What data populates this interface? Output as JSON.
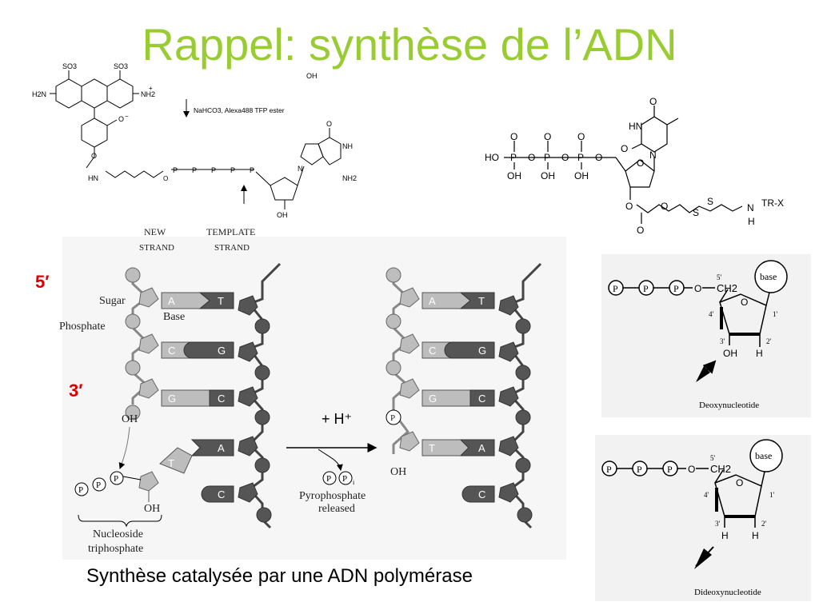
{
  "slide": {
    "title": "Rappel: synthèse de l’ADN",
    "caption": "Synthèse catalysée par une ADN polymérase"
  },
  "colors": {
    "title": "#99cc33",
    "red_labels": "#dd0000",
    "panel_bg": "#f2f2f2",
    "dark_fill": "#555555",
    "light_fill": "#bfbfbf"
  },
  "labels": {
    "five_prime": "5′",
    "three_prime": "3′",
    "h_plus": "+ H⁺"
  },
  "alexa": {
    "cut_text": "OH",
    "so3_left": "SO3",
    "so3_right": "SO3",
    "h2n": "H2N",
    "nh2_plus": "NH2",
    "plus": "+",
    "carboxylate": "O",
    "minus": "−",
    "carbonyl_o": "O",
    "hn": "HN",
    "reaction": "NaHCO3, Alexa488 TFP ester",
    "p": "P",
    "o": "O",
    "oh": "OH",
    "n": "N",
    "nh": "NH",
    "nh2": "NH2"
  },
  "thymidine": {
    "ho": "HO",
    "p": "P",
    "o": "O",
    "oh": "OH",
    "n": "N",
    "hn": "HN",
    "s": "S",
    "h": "H",
    "n_linker": "N",
    "tr_x": "TR-X"
  },
  "strands": {
    "new_strand": "New\nstrand",
    "new_line1": "NEW",
    "new_line2": "STRAND",
    "template_line1": "TEMPLATE",
    "template_line2": "STRAND",
    "sugar": "Sugar",
    "phosphate": "Phosphate",
    "base": "Base",
    "oh_left": "OH",
    "oh_bottom": "OH",
    "oh_right": "OH",
    "nucleoside_line1": "Nucleoside",
    "nucleoside_line2": "triphosphate",
    "pyro_line1": "Pyrophosphate",
    "pyro_line2": "released",
    "p": "P",
    "pi_sub": "i",
    "pairs_left": [
      {
        "new": "A",
        "template": "T"
      },
      {
        "new": "C",
        "template": "G"
      },
      {
        "new": "G",
        "template": "C"
      },
      {
        "new": "",
        "template": "A"
      },
      {
        "new": "",
        "template": "C"
      }
    ],
    "incoming": "T",
    "pairs_right": [
      {
        "new": "A",
        "template": "T"
      },
      {
        "new": "C",
        "template": "G"
      },
      {
        "new": "G",
        "template": "C"
      },
      {
        "new": "T",
        "template": "A"
      },
      {
        "new": "",
        "template": "C"
      }
    ]
  },
  "deoxy": {
    "p": "P",
    "o": "O",
    "ch2": "CH2",
    "five_prime": "5'",
    "four_prime": "4'",
    "three_prime": "3'",
    "two_prime": "2'",
    "one_prime": "1'",
    "ring_o": "O",
    "base": "base",
    "oh": "OH",
    "h": "H",
    "name": "Deoxynucleotide"
  },
  "dideoxy": {
    "p": "P",
    "o": "O",
    "ch2": "CH2",
    "five_prime": "5'",
    "four_prime": "4'",
    "three_prime": "3'",
    "two_prime": "2'",
    "one_prime": "1'",
    "ring_o": "O",
    "base": "base",
    "h_left": "H",
    "h_right": "H",
    "name": "Dideoxynucleotide"
  }
}
